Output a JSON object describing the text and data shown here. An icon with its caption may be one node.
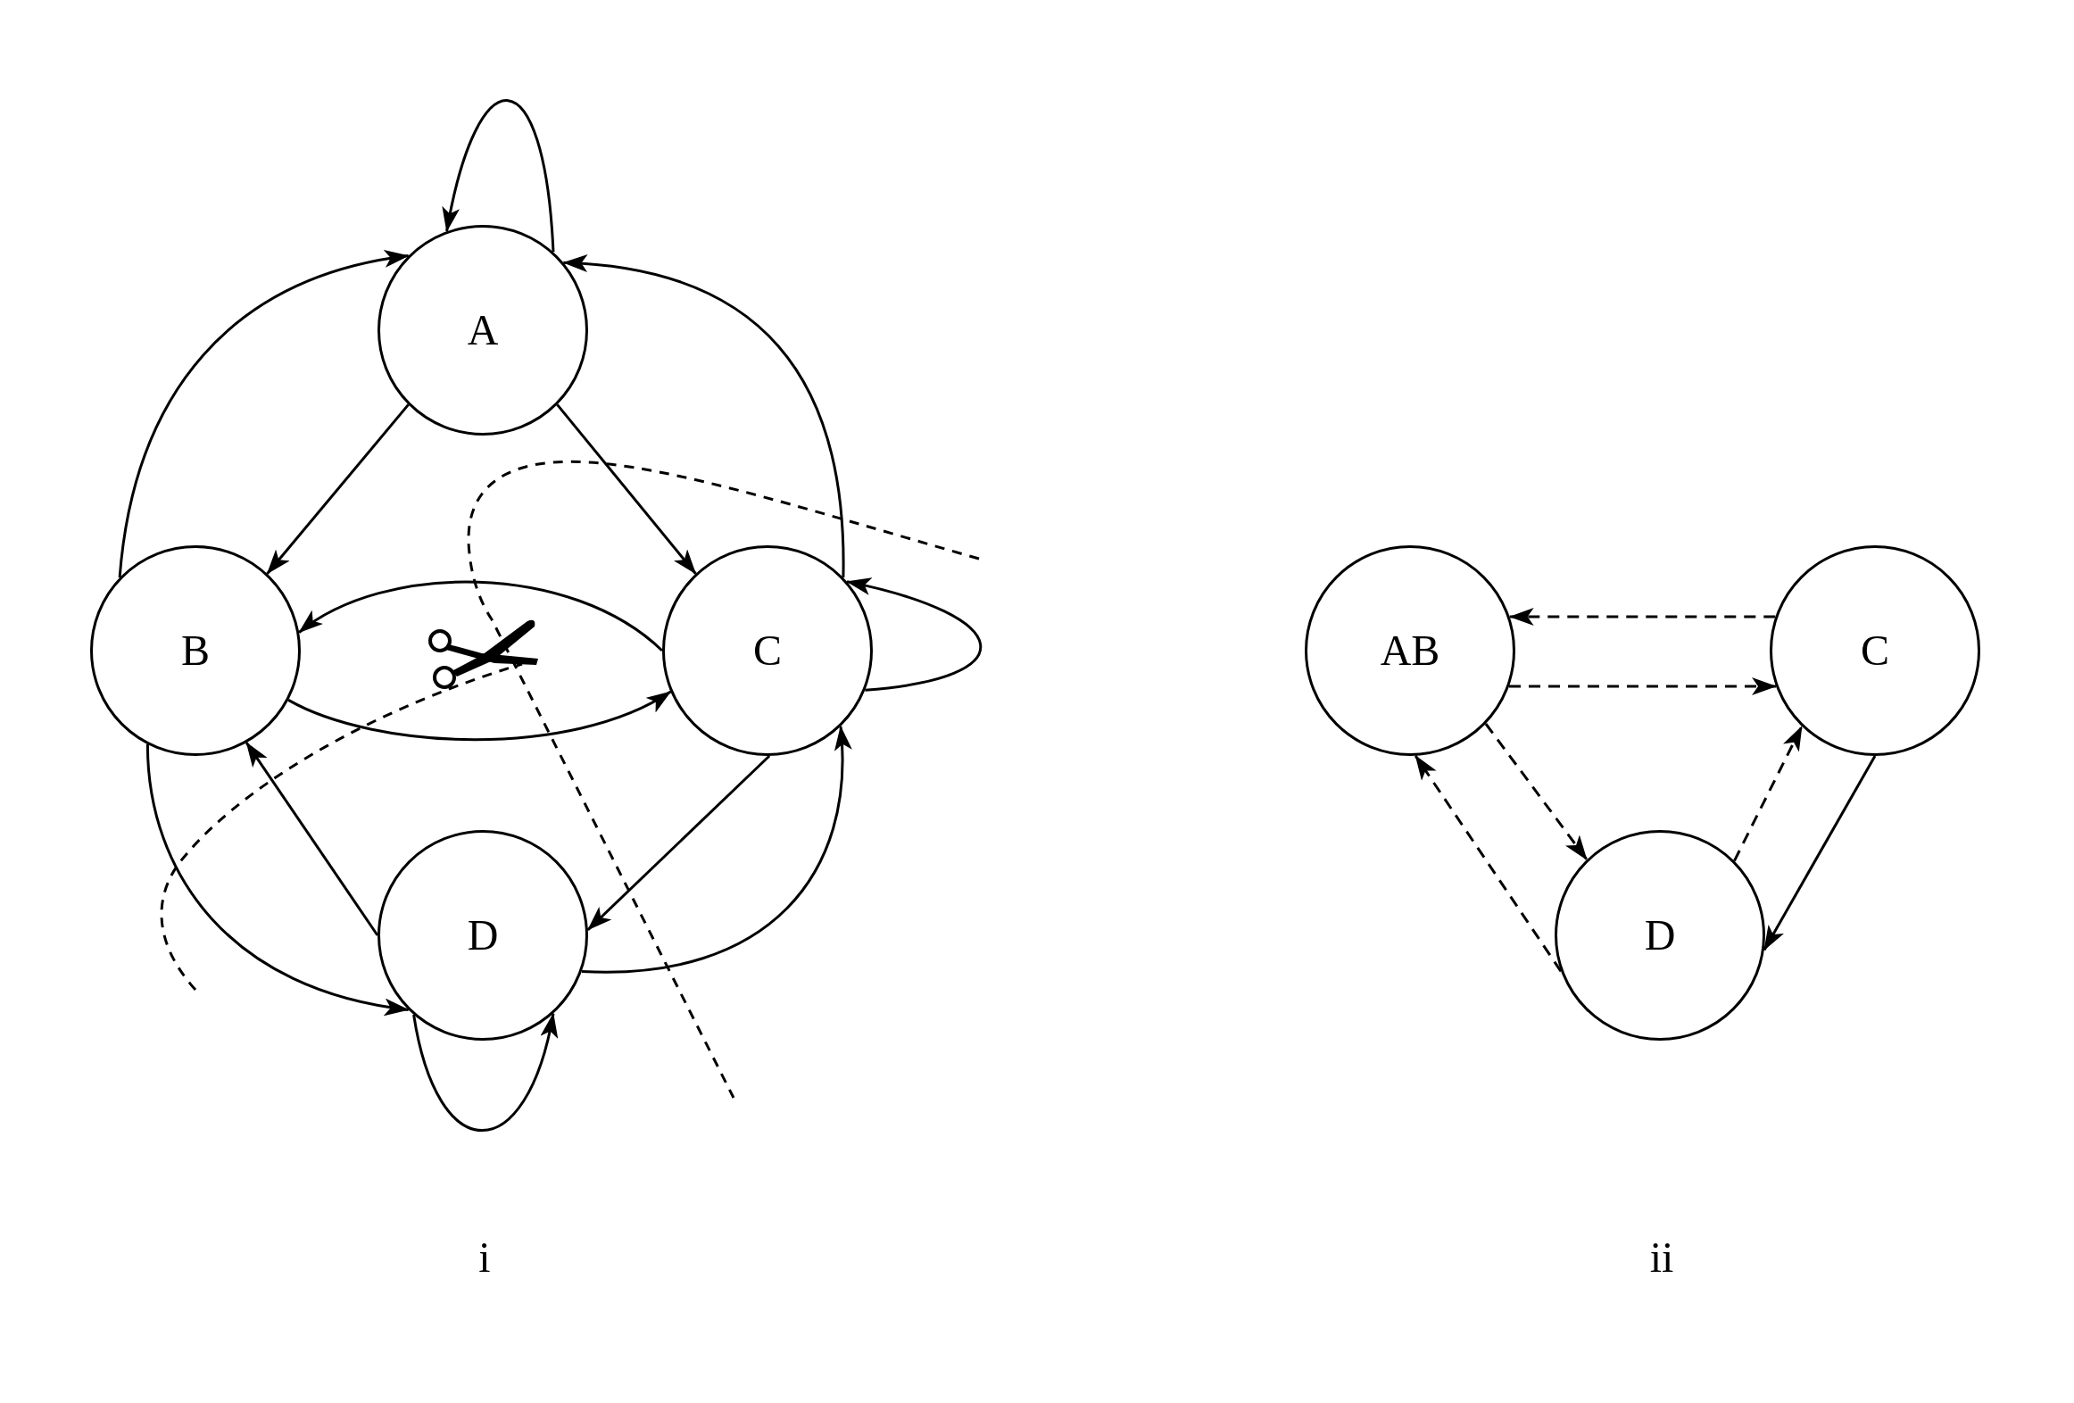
{
  "diagram": {
    "nodes": [
      {
        "text": [
          "A"
        ]
      },
      {
        "text": [
          "B"
        ]
      },
      {
        "text": [
          "C"
        ]
      },
      {
        "text": [
          "D"
        ]
      },
      {
        "text": [
          "AB"
        ]
      },
      {
        "text": [
          "C"
        ]
      },
      {
        "text": [
          "D"
        ]
      }
    ],
    "edges": [
      {
        "from": 0,
        "to": 0,
        "arrow": "to"
      },
      {
        "from": 1,
        "to": 0,
        "arrow": "to"
      },
      {
        "from": 2,
        "to": 0,
        "arrow": "to"
      },
      {
        "from": 0,
        "to": 1,
        "arrow": "to"
      },
      {
        "from": 0,
        "to": 2,
        "arrow": "to"
      },
      {
        "from": 2,
        "to": 1,
        "arrow": "to"
      },
      {
        "from": 1,
        "to": 2,
        "arrow": "to"
      },
      {
        "from": 2,
        "to": 2,
        "arrow": "to"
      },
      {
        "from": 3,
        "to": 1,
        "arrow": "to"
      },
      {
        "from": 2,
        "to": 3,
        "arrow": "to"
      },
      {
        "from": 1,
        "to": 3,
        "arrow": "to"
      },
      {
        "from": 3,
        "to": 2,
        "arrow": "to"
      },
      {
        "from": 3,
        "to": 3,
        "arrow": "to"
      },
      {
        "from": 5,
        "to": 4,
        "arrow": "to",
        "style": "dashed"
      },
      {
        "from": 4,
        "to": 5,
        "arrow": "to",
        "style": "dashed"
      },
      {
        "from": 4,
        "to": 6,
        "arrow": "to",
        "style": "dashed"
      },
      {
        "from": 6,
        "to": 4,
        "arrow": "to",
        "style": "dashed"
      },
      {
        "from": 6,
        "to": 5,
        "arrow": "to",
        "style": "dashed"
      },
      {
        "from": 5,
        "to": 6,
        "arrow": "to"
      }
    ],
    "labels": [
      "i",
      "ii"
    ]
  }
}
